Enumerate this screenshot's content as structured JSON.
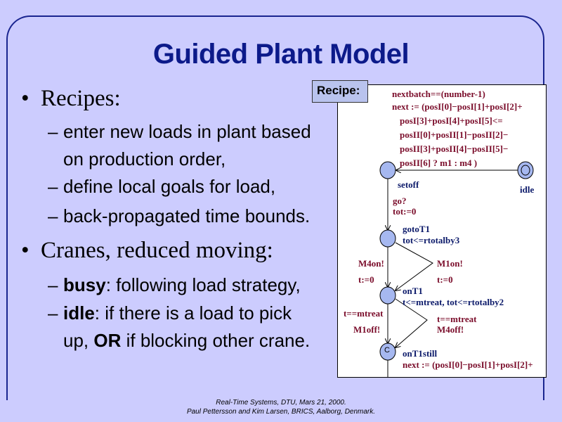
{
  "slide": {
    "title": "Guided Plant Model",
    "footer_line1": "Real-Time Systems, DTU, Mars 21, 2000.",
    "footer_line2": "Paul Pettersson and Kim Larsen, BRICS, Aalborg, Denmark."
  },
  "bullets": [
    {
      "label": "Recipes:",
      "subitems": [
        {
          "line1": "enter new loads in plant based",
          "line2": "on production order,"
        },
        {
          "line1": "define local goals for load,"
        },
        {
          "line1": "back-propagated time bounds."
        }
      ]
    },
    {
      "label": "Cranes, reduced moving:",
      "subitems": [
        {
          "bold": "busy",
          "rest": ": following load strategy,"
        },
        {
          "bold": "idle",
          "rest": ": if  there is a load to pick",
          "line2_pre": "up, ",
          "line2_bold": "OR",
          "line2_rest": " if blocking other crane."
        }
      ]
    }
  ],
  "diagram": {
    "tag": "Recipe:",
    "guard_top": [
      "nextbatch==(number-1)",
      "next := (posI[0]−posI[1]+posI[2]+",
      "posI[3]+posI[4]+posI[5]<=",
      "posII[0]+posII[1]−posII[2]−",
      "posII[3]+posII[4]−posII[5]−",
      "posII[6] ? m1 : m4 )"
    ],
    "locations": {
      "setoff": "setoff",
      "idle": "idle",
      "gotoT1": "gotoT1",
      "gotoT1_inv": "tot<=rtotalby3",
      "onT1": "onT1",
      "onT1_inv": "t<=mtreat, tot<=rtotalby2",
      "onT1still": "onT1still",
      "committed_mark": "C"
    },
    "edges": {
      "go_sync": "go?",
      "go_reset": "tot:=0",
      "m4on_sync": "M4on!",
      "m4on_reset": "t:=0",
      "m1on_sync": "M1on!",
      "m1on_reset": "t:=0",
      "m1off_guard": "t==mtreat",
      "m1off_sync": "M1off!",
      "m4off_guard": "t==mtreat",
      "m4off_sync": "M4off!",
      "bottom_update": "next := (posI[0]−posI[1]+posI[2]+"
    }
  }
}
